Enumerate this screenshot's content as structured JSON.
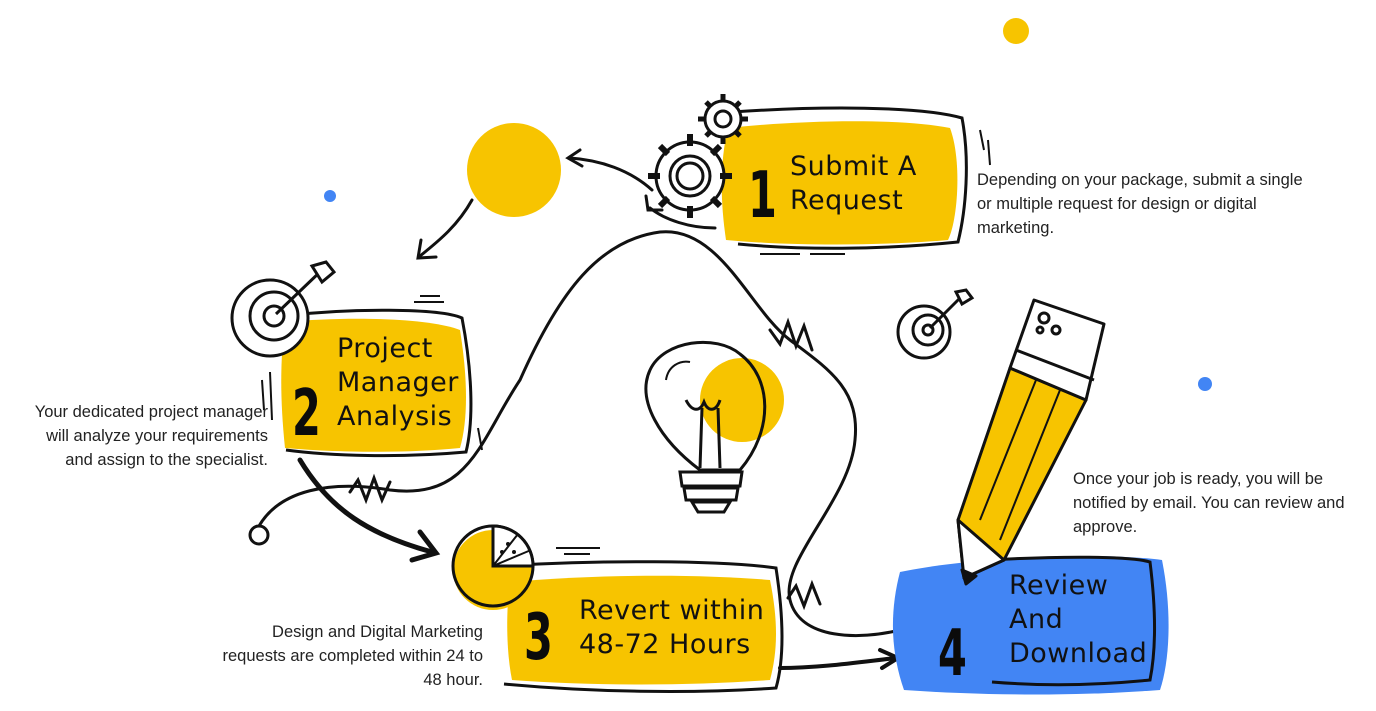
{
  "colors": {
    "yellow": "#f7c400",
    "blue": "#4285f4",
    "ink": "#111111"
  },
  "steps": [
    {
      "number": "1",
      "title_lines": [
        "Submit A",
        "Request"
      ],
      "description_lines": [
        "Depending on your package, submit a single",
        "or multiple request for design or digital",
        "marketing."
      ],
      "box_color": "yellow"
    },
    {
      "number": "2",
      "title_lines": [
        "Project",
        "Manager",
        "Analysis"
      ],
      "description_lines": [
        "Your dedicated project manager",
        "will analyze your requirements",
        "and assign to the specialist."
      ],
      "box_color": "yellow"
    },
    {
      "number": "3",
      "title_lines": [
        "Revert within",
        "48-72 Hours"
      ],
      "description_lines": [
        "Design and Digital Marketing",
        "requests are completed within 24 to",
        "48 hour."
      ],
      "box_color": "yellow"
    },
    {
      "number": "4",
      "title_lines": [
        "Review",
        "And",
        "Download"
      ],
      "description_lines": [
        "Once your job  is ready, you will be",
        "notified by email. You can review and",
        "approve."
      ],
      "box_color": "blue"
    }
  ],
  "icons": [
    "gears-icon",
    "target-icon",
    "pie-chart-icon",
    "lightbulb-icon",
    "pencil-icon"
  ]
}
